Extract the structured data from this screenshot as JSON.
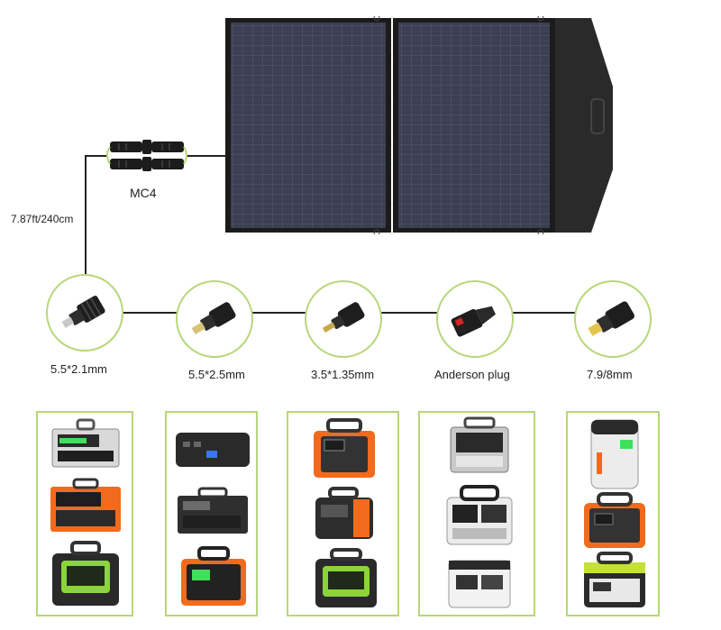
{
  "cable": {
    "length_label": "7.87ft/240cm",
    "connector_label": "MC4"
  },
  "adapters": [
    {
      "label": "5.5*2.1mm"
    },
    {
      "label": "5.5*2.5mm"
    },
    {
      "label": "3.5*1.35mm"
    },
    {
      "label": "Anderson plug"
    },
    {
      "label": "7.9/8mm"
    }
  ],
  "colors": {
    "panel_cell": "#3d4050",
    "panel_frame": "#1b1b1b",
    "accent_green": "#b7d77a",
    "device_orange": "#f26b1d"
  }
}
